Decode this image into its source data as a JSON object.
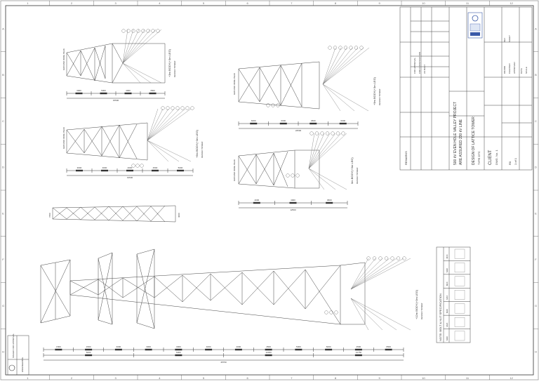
{
  "zones": {
    "columns": [
      "1",
      "2",
      "3",
      "4",
      "5",
      "6",
      "7",
      "8",
      "9",
      "10",
      "11",
      "12"
    ],
    "rows": [
      "A",
      "B",
      "C",
      "D",
      "E",
      "F",
      "G",
      "H"
    ]
  },
  "title_block": {
    "project": "500 kV EVEN HOLE VALLEY PROJECT",
    "subtitle": "ARE ASSURED 230 kV LINE",
    "drawing_title": "DESIGN OF LATTICE TOWER",
    "tower_type": "TYPE DTC",
    "client_mark": "CLIENT",
    "drawing_no": "DWG. No. 1",
    "revision": "R0",
    "sheet": "1 of 1",
    "fields": [
      "DRAWN",
      "CHECKED",
      "APPROVED",
      "DATE",
      "SCALE",
      "REV",
      "SHEET"
    ],
    "issue_rows": [
      "FOR APPROVAL",
      "FOR CONSTRUCTION",
      "AS BUILT"
    ],
    "remarks_title": "REMARKS"
  },
  "notes_table": {
    "title": "NOTE: BOLT & NUT SPECIFICATION",
    "rows": [
      "M16",
      "M20",
      "M24",
      "M16",
      "M20",
      "M24",
      "M30"
    ]
  },
  "stamp": {
    "label": "ISSUED FOR APPROVAL",
    "company": "ENGINEERING"
  },
  "views": {
    "v1": {
      "label": "GROUND WIRE PEAK",
      "height_label": "+3m BODY(+3m LEG)",
      "sub_label": "DESIGN TOWER",
      "dims": [
        "3000",
        "5000",
        "4000",
        "3500"
      ],
      "total": "15500"
    },
    "v2": {
      "label": "GROUND WIRE PEAK",
      "height_label": "+6m BODY(+3m LEG)",
      "sub_label": "DESIGN TOWER",
      "dims": [
        "3000",
        "3000",
        "4000",
        "4500",
        "5000"
      ],
      "total": "19500"
    },
    "v3": {
      "label": "GROUND WIRE PEAK",
      "height_label": "+9m BODY(+3m LEG)",
      "sub_label": "DESIGN TOWER",
      "dims": [
        "6000",
        "6000",
        "4500",
        "6000"
      ],
      "total": "22500"
    },
    "v4": {
      "label": "GROUND WIRE PEAK",
      "height_label": "0m BODY(+3m LEG)",
      "sub_label": "DESIGN TOWER",
      "dims": [
        "4000",
        "4000",
        "4500"
      ],
      "total": "12500"
    },
    "v5": {
      "left_label": "7450",
      "right_label": "4000"
    },
    "main": {
      "height_label": "+12m BODY(+3m LEG)",
      "sub_label": "DESIGN TOWER",
      "total": "45750",
      "dims": [
        "1500",
        "1500",
        "3000",
        "3000",
        "3000",
        "4000",
        "4000",
        "4500",
        "5000",
        "6000",
        "4500",
        "6500"
      ],
      "sub_dims": [
        "6000",
        "6000",
        "12000",
        "21750"
      ]
    }
  }
}
